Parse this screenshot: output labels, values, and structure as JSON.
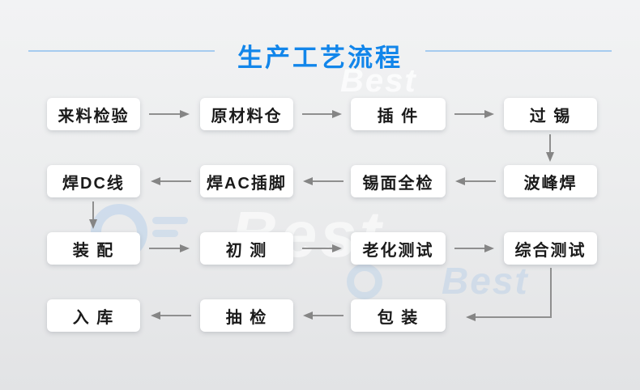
{
  "header": {
    "title": "生产工艺流程"
  },
  "colors": {
    "title_blue": "#1286ea",
    "divider_blue": "#a6cbef",
    "arrow_gray": "#8f8f8f",
    "box_background": "#ffffff",
    "box_text": "#1a1a1a",
    "background_top": "#f2f3f4",
    "background_bottom": "#e2e3e5"
  },
  "flow": {
    "steps": [
      {
        "label": "来料检验"
      },
      {
        "label": "原材料仓"
      },
      {
        "label": "插 件"
      },
      {
        "label": "过 锡"
      },
      {
        "label": "焊DC线"
      },
      {
        "label": "焊AC插脚"
      },
      {
        "label": "锡面全检"
      },
      {
        "label": "波峰焊"
      },
      {
        "label": "装 配"
      },
      {
        "label": "初 测"
      },
      {
        "label": "老化测试"
      },
      {
        "label": "综合测试"
      },
      {
        "label": "入 库"
      },
      {
        "label": "抽 检"
      },
      {
        "label": "包 装"
      }
    ],
    "sequence_note": "来料检验→原材料仓→插件→过锡→波峰焊→锡面全检→焊AC插脚→焊DC线→装配→初测→老化测试→综合测试→包装→抽检→入库"
  },
  "watermarks": [
    {
      "text": "Best"
    },
    {
      "text": "Best"
    },
    {
      "text": "Best"
    }
  ]
}
